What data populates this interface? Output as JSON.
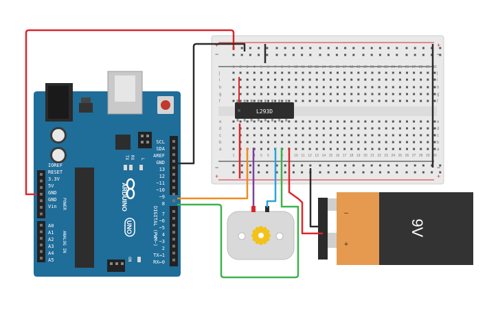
{
  "arduino": {
    "brand": "ARDUINO",
    "model": "UNO",
    "labels": {
      "scl": "SCL",
      "sda": "SDA",
      "aref": "AREF",
      "gnd": "GND",
      "d13": "13",
      "d12": "12",
      "d11": "~11",
      "d10": "~10",
      "d9": "~9",
      "d8": "8",
      "d7": "7",
      "d6": "~6",
      "d5": "~5",
      "d4": "4",
      "d3": "~3",
      "d2": "2",
      "tx1": "TX→1",
      "rx0": "RX←0",
      "digital": "DIGITAL (PWM~)",
      "tx": "TX",
      "rx": "RX",
      "l": "L",
      "on": "ON",
      "ioref": "IOREF",
      "reset": "RESET",
      "v33": "3.3V",
      "v5": "5V",
      "gnd1": "GND",
      "gnd2": "GND",
      "vin": "Vin",
      "power": "POWER",
      "a0": "A0",
      "a1": "A1",
      "a2": "A2",
      "a3": "A3",
      "a4": "A4",
      "a5": "A5",
      "analog": "ANALOG IN"
    }
  },
  "breadboard": {
    "columns_top": [
      "1",
      "2",
      "3",
      "4",
      "5",
      "6",
      "7",
      "8",
      "9",
      "10",
      "11",
      "12",
      "13",
      "14",
      "15",
      "16",
      "17",
      "18",
      "19",
      "20",
      "21",
      "22",
      "23",
      "24",
      "25",
      "26",
      "27",
      "28",
      "29",
      "30"
    ],
    "rows_top": [
      "j",
      "i",
      "h",
      "g",
      "f"
    ],
    "rows_bottom": [
      "e",
      "d",
      "c",
      "b",
      "a"
    ],
    "plus": "+",
    "minus": "−"
  },
  "chip": {
    "label": "L293D"
  },
  "battery": {
    "label": "9V",
    "minus": "−",
    "plus": "+"
  },
  "colors": {
    "board": "#1f6d99",
    "wire_red": "#d9262c",
    "wire_black": "#2b2b2b",
    "wire_orange": "#f08a1c",
    "wire_purple": "#7b3fa0",
    "wire_blue": "#2aa3d9",
    "wire_green": "#3cb24a",
    "battery_orange": "#e59a4f",
    "battery_dark": "#333333"
  }
}
